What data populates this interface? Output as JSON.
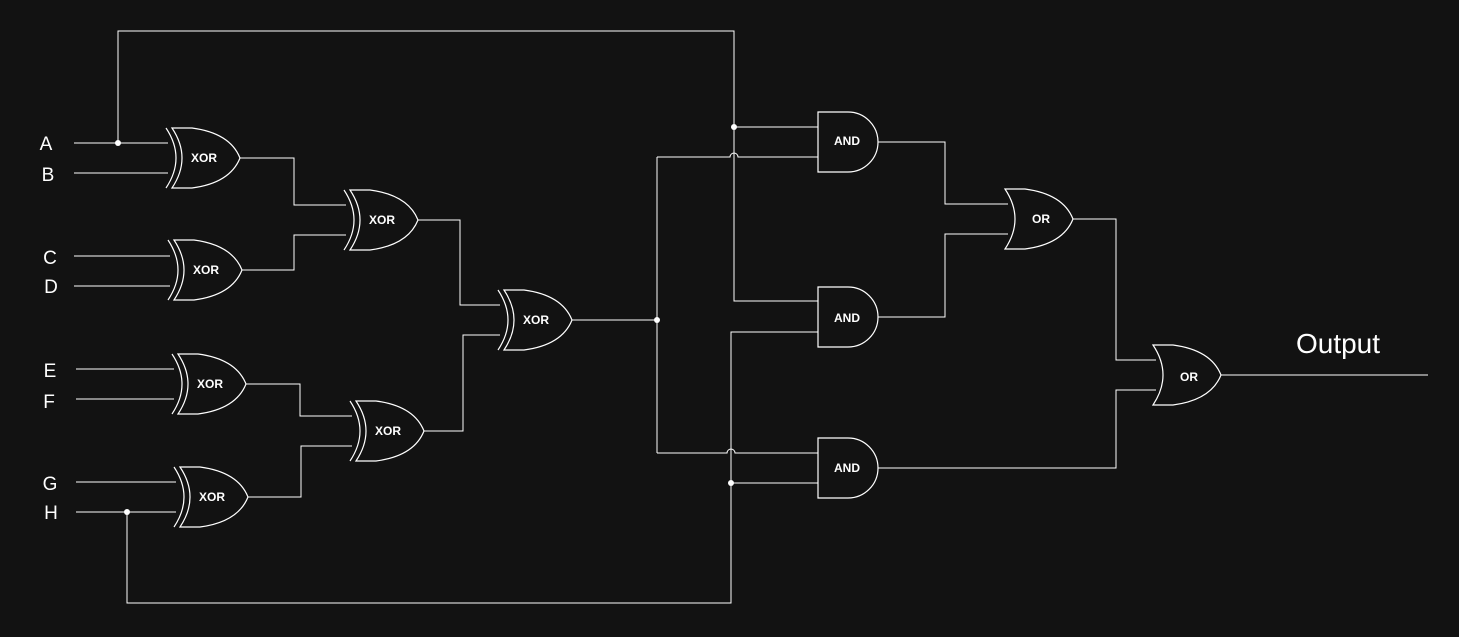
{
  "diagram": {
    "inputs": [
      "A",
      "B",
      "C",
      "D",
      "E",
      "F",
      "G",
      "H"
    ],
    "gates": [
      {
        "id": "xor1",
        "type": "XOR",
        "label": "XOR"
      },
      {
        "id": "xor2",
        "type": "XOR",
        "label": "XOR"
      },
      {
        "id": "xor3",
        "type": "XOR",
        "label": "XOR"
      },
      {
        "id": "xor4",
        "type": "XOR",
        "label": "XOR"
      },
      {
        "id": "xor5",
        "type": "XOR",
        "label": "XOR"
      },
      {
        "id": "xor6",
        "type": "XOR",
        "label": "XOR"
      },
      {
        "id": "xor7",
        "type": "XOR",
        "label": "XOR"
      },
      {
        "id": "and1",
        "type": "AND",
        "label": "AND"
      },
      {
        "id": "and2",
        "type": "AND",
        "label": "AND"
      },
      {
        "id": "and3",
        "type": "AND",
        "label": "AND"
      },
      {
        "id": "or1",
        "type": "OR",
        "label": "OR"
      },
      {
        "id": "or2",
        "type": "OR",
        "label": "OR"
      }
    ],
    "output_label": "Output",
    "colors": {
      "background": "#121212",
      "stroke": "#ffffff"
    }
  }
}
